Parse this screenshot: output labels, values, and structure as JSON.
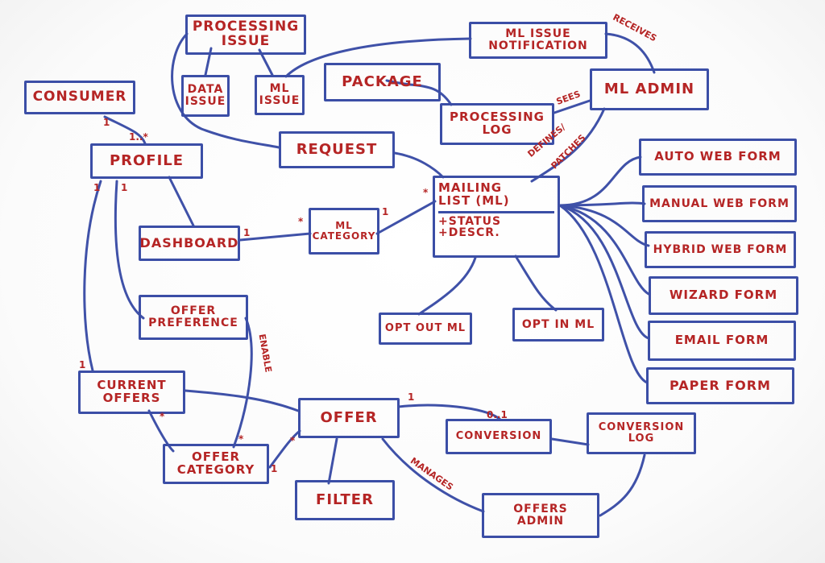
{
  "nodes": {
    "processing_issue": [
      "PROCESSING",
      "ISSUE"
    ],
    "data_issue": [
      "DATA",
      "ISSUE"
    ],
    "ml_issue": [
      "ML",
      "ISSUE"
    ],
    "ml_issue_notification": [
      "ML ISSUE",
      "NOTIFICATION"
    ],
    "consumer": "CONSUMER",
    "package": "PACKAGE",
    "ml_admin": "ML ADMIN",
    "processing_log": [
      "PROCESSING",
      "LOG"
    ],
    "profile": "PROFILE",
    "request": "REQUEST",
    "mailing_list": [
      "MAILING",
      "LIST (ML)"
    ],
    "mailing_list_attrs": [
      "+STATUS",
      "+DESCR."
    ],
    "dashboard": "DASHBOARD",
    "ml_category": [
      "ML",
      "CATEGORY"
    ],
    "offer_preference": [
      "OFFER",
      "PREFERENCE"
    ],
    "opt_out_ml": "OPT OUT ML",
    "opt_in_ml": "OPT IN ML",
    "auto_web_form": "AUTO WEB FORM",
    "manual_web_form": "MANUAL WEB FORM",
    "hybrid_web_form": "HYBRID WEB FORM",
    "wizard_form": "WIZARD FORM",
    "email_form": "EMAIL FORM",
    "paper_form": "PAPER FORM",
    "current_offers": [
      "CURRENT",
      "OFFERS"
    ],
    "offer": "OFFER",
    "conversion": "CONVERSION",
    "conversion_log": [
      "CONVERSION",
      "LOG"
    ],
    "offer_category": [
      "OFFER",
      "CATEGORY"
    ],
    "filter": "FILTER",
    "offers_admin": [
      "OFFERS",
      "ADMIN"
    ]
  },
  "edge_labels": {
    "receives": "RECEIVES",
    "sees": "SEES",
    "defines_patches": [
      "DEFINES/",
      "PATCHES"
    ],
    "enable": "ENABLE",
    "manages": "MANAGES"
  },
  "multiplicities": {
    "consumer_profile_top": "1",
    "consumer_profile_many": "1..*",
    "profile_left_1": "1",
    "profile_left_2": "1",
    "dashboard_1": "1",
    "mlcat_star": "*",
    "mlcat_1": "1",
    "ml_star": "*",
    "current_offers_1": "1",
    "current_offers_star": "*",
    "offer_category_star": "*",
    "offer_category_1": "1",
    "offer_star": "*",
    "offer_1": "1",
    "conversion_01": "0..1"
  },
  "colors": {
    "ink_blue": "#3b4ea6",
    "ink_red": "#b52525",
    "board": "#ffffff"
  }
}
